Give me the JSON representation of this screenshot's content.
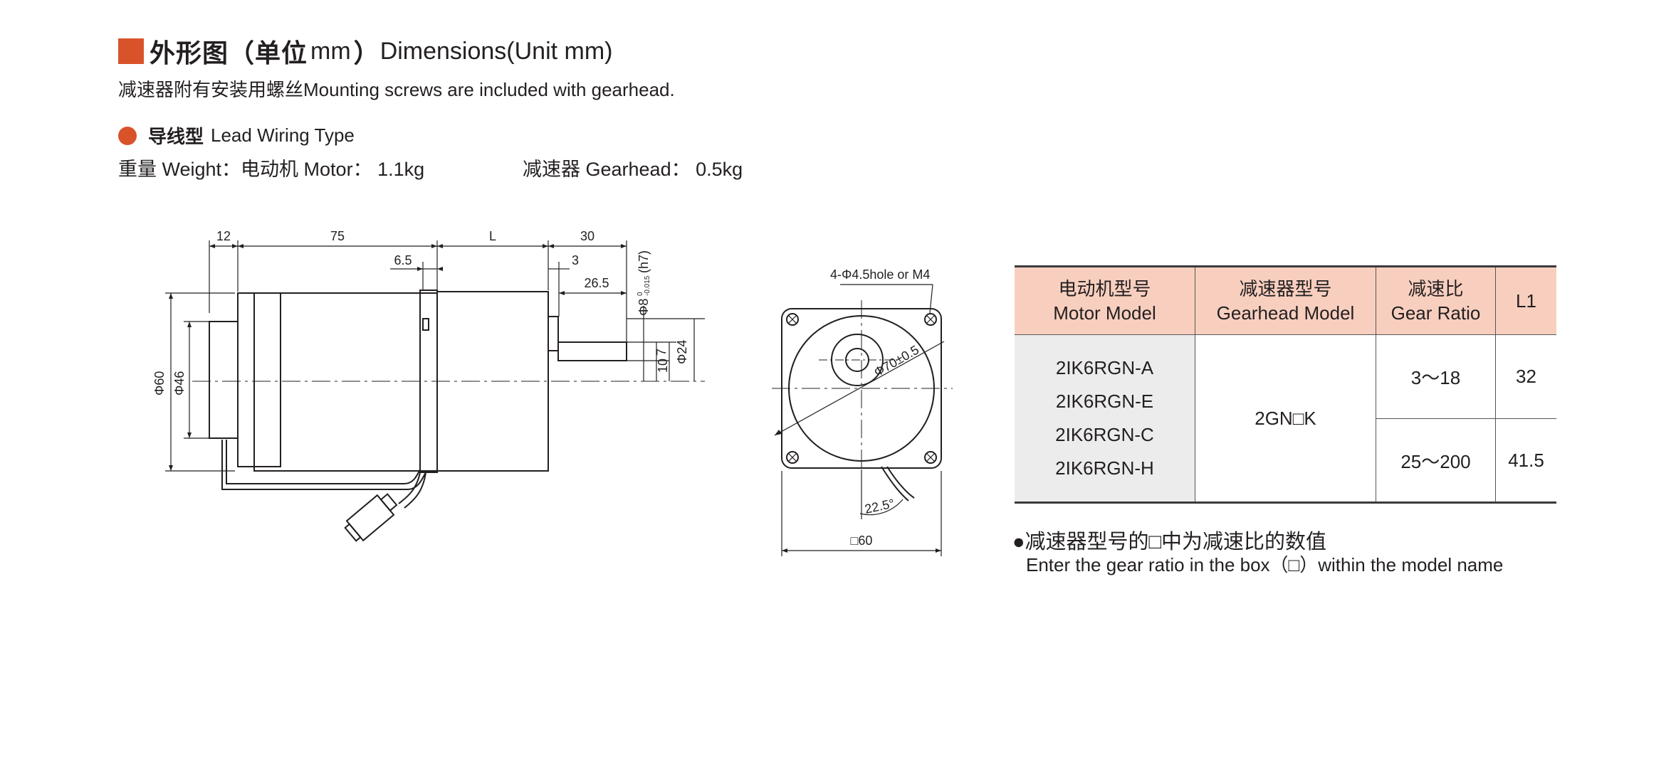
{
  "header": {
    "title_cn": "外形图（单位",
    "title_unit": "mm",
    "title_close": "）",
    "title_en": "Dimensions(Unit mm)",
    "subtitle": "减速器附有安装用螺丝Mounting screws are included with gearhead."
  },
  "section": {
    "title_cn": "导线型",
    "title_en": "Lead Wiring Type",
    "weight_text": "重量 Weight：电动机 Motor： 1.1kg",
    "gearhead_weight_text": "减速器 Gearhead： 0.5kg"
  },
  "side_view": {
    "dim_12": "12",
    "dim_75": "75",
    "dim_L": "L",
    "dim_30": "30",
    "dim_6_5": "6.5",
    "dim_3": "3",
    "dim_26_5": "26.5",
    "dim_shaft": "Φ8",
    "dim_shaft_tol_top": "0",
    "dim_shaft_tol_bottom": "-0.015",
    "dim_shaft_fit": "(h7)",
    "dim_7": "7",
    "dim_10": "10",
    "dim_phi24": "Φ24",
    "dim_phi60": "Φ60",
    "dim_phi46": "Φ46"
  },
  "front_view": {
    "hole_label": "4-Φ4.5hole or M4",
    "pcd_label": "Φ70±0.5",
    "angle_label": "22.5°",
    "square_label": "□60"
  },
  "table": {
    "headers": [
      {
        "cn": "电动机型号",
        "en": "Motor Model"
      },
      {
        "cn": "减速器型号",
        "en": "Gearhead Model"
      },
      {
        "cn": "减速比",
        "en": "Gear Ratio"
      },
      {
        "cn": "L1",
        "en": ""
      }
    ],
    "motor_models": [
      "2IK6RGN-A",
      "2IK6RGN-E",
      "2IK6RGN-C",
      "2IK6RGN-H"
    ],
    "gearhead_model": "2GN□K",
    "ratio_rows": [
      {
        "ratio": "3～18",
        "l1": "32"
      },
      {
        "ratio": "25～200",
        "l1": "41.5"
      }
    ]
  },
  "notes": {
    "cn": "●减速器型号的□中为减速比的数值",
    "en": "Enter the gear ratio in the box（□）within the model name"
  }
}
